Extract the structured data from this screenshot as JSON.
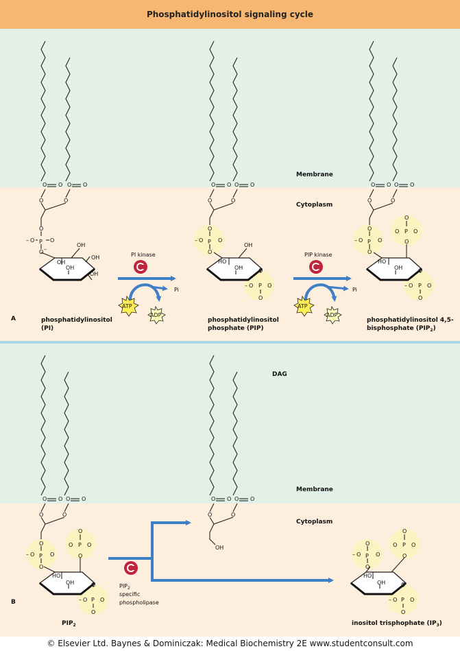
{
  "title": "Phosphatidylinositol signaling cycle",
  "footer": "© Elsevier Ltd. Baynes & Dominiczak: Medical Biochemistry 2E www.studentconsult.com",
  "colors": {
    "title_bg": "#f7b671",
    "membrane": "#e2f0e8",
    "cytoplasm": "#fdeedd",
    "divider": "#a9d7e3",
    "arrow": "#3f7fc5",
    "phosphate_highlight": "#fbf4c0",
    "atp_burst": "#ffee55",
    "adp_burst": "#ffffbe",
    "enzyme_badge": "#c0243a"
  },
  "panel_a": {
    "letter": "A",
    "membrane_label": "Membrane",
    "cytoplasm_label": "Cytoplasm",
    "molecule_1": {
      "line1": "phosphatidylinositol",
      "line2": "(PI)"
    },
    "molecule_2": {
      "line1": "phosphatidylinositol",
      "line2": "phosphate (PIP)"
    },
    "molecule_3": {
      "line1": "phosphatidylinositol 4,5-",
      "line2": "bisphosphate (PIP",
      "sub": "2",
      "close": ")"
    },
    "enzyme_1": "PI kinase",
    "enzyme_2": "PIP kinase",
    "atp": "ATP",
    "adp": "ADP",
    "pi": "Pi"
  },
  "panel_b": {
    "letter": "B",
    "dag_label": "DAG",
    "membrane_label": "Membrane",
    "cytoplasm_label": "Cytoplasm",
    "pip2": {
      "text": "PIP",
      "sub": "2"
    },
    "enzyme": {
      "line1": "PIP",
      "sub": "2",
      "line2": "specific",
      "line3": "phospholipase"
    },
    "ip3": {
      "text": "inositol trisphophate (IP",
      "sub": "3",
      "close": ")"
    }
  },
  "chem": {
    "o": "O",
    "oh": "OH",
    "ho": "HO",
    "p": "P",
    "o_minus": "O",
    "minus": "–"
  }
}
